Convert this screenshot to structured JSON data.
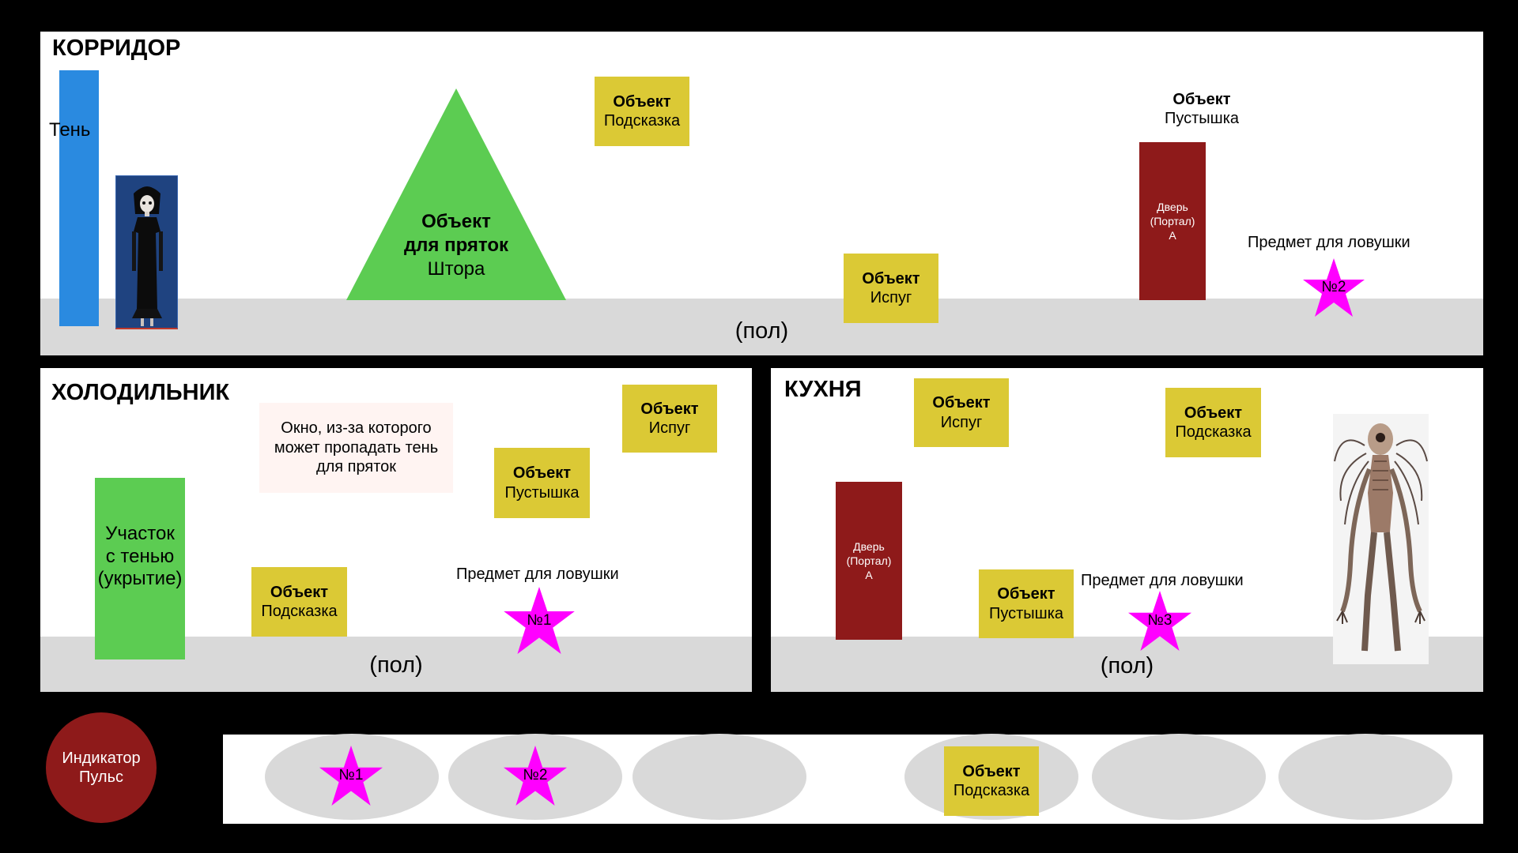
{
  "rooms": {
    "corridor": {
      "title": "КОРРИДОР",
      "floor": "(пол)",
      "shadow_label": "Тень",
      "hide_object": {
        "line1": "Объект",
        "line2": "для пряток",
        "line3": "Штора"
      },
      "hint": {
        "title": "Объект",
        "subtitle": "Подсказка"
      },
      "scare": {
        "title": "Объект",
        "subtitle": "Испуг"
      },
      "dummy": {
        "title": "Объект",
        "subtitle": "Пустышка"
      },
      "door": {
        "line1": "Дверь",
        "line2": "(Портал)",
        "line3": "А"
      },
      "trap_label": "Предмет для ловушки",
      "trap_star": "№2"
    },
    "fridge": {
      "title": "ХОЛОДИЛЬНИК",
      "floor": "(пол)",
      "window_note": {
        "line1": "Окно, из-за которого",
        "line2": "может пропадать тень",
        "line3": "для пряток"
      },
      "scare": {
        "title": "Объект",
        "subtitle": "Испуг"
      },
      "dummy": {
        "title": "Объект",
        "subtitle": "Пустышка"
      },
      "shelter": {
        "line1": "Участок",
        "line2": "с тенью",
        "line3": "(укрытие)"
      },
      "hint": {
        "title": "Объект",
        "subtitle": "Подсказка"
      },
      "trap_label": "Предмет для ловушки",
      "trap_star": "№1"
    },
    "kitchen": {
      "title": "КУХНЯ",
      "floor": "(пол)",
      "scare": {
        "title": "Объект",
        "subtitle": "Испуг"
      },
      "hint": {
        "title": "Объект",
        "subtitle": "Подсказка"
      },
      "door": {
        "line1": "Дверь",
        "line2": "(Портал)",
        "line3": "А"
      },
      "dummy": {
        "title": "Объект",
        "subtitle": "Пустышка"
      },
      "trap_label": "Предмет для ловушки",
      "trap_star": "№3"
    }
  },
  "hud": {
    "pulse": {
      "line1": "Индикатор",
      "line2": "Пульс"
    },
    "inventory": {
      "slot1_star": "№1",
      "slot2_star": "№2",
      "slot4_item": {
        "title": "Объект",
        "subtitle": "Подсказка"
      }
    }
  },
  "colors": {
    "floor": "#d9d9d9",
    "object": "#dbc935",
    "door": "#8e1a1a",
    "star": "#ff00ff",
    "shadow": "#2a8ae0",
    "hide": "#5ccc52",
    "pulse": "#8e1a1a"
  }
}
